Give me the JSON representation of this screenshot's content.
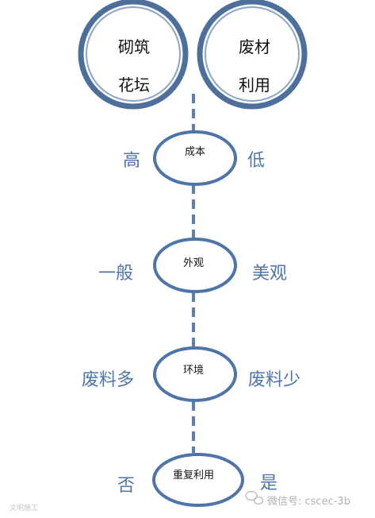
{
  "colors": {
    "circle_outer": "#4d6f9c",
    "circle_inner": "#8aa6c8",
    "ellipse": "#4f74a8",
    "connector": "#5b7fb0",
    "side_text": "#4f74a8"
  },
  "top": {
    "left": {
      "line1": "砌筑",
      "line2": "花坛"
    },
    "right": {
      "line1": "废材",
      "line2": "利用"
    }
  },
  "rows": [
    {
      "node": "成本",
      "left": "高",
      "right": "低"
    },
    {
      "node": "外观",
      "left": "一般",
      "right": "美观"
    },
    {
      "node": "环境",
      "left": "废料多",
      "right": "废料少"
    },
    {
      "node": "重复利用",
      "left": "否",
      "right": "是"
    }
  ],
  "watermark": {
    "left": "文明施工",
    "right": "微信号: cscec-3b",
    "icon": "wechat-icon"
  }
}
